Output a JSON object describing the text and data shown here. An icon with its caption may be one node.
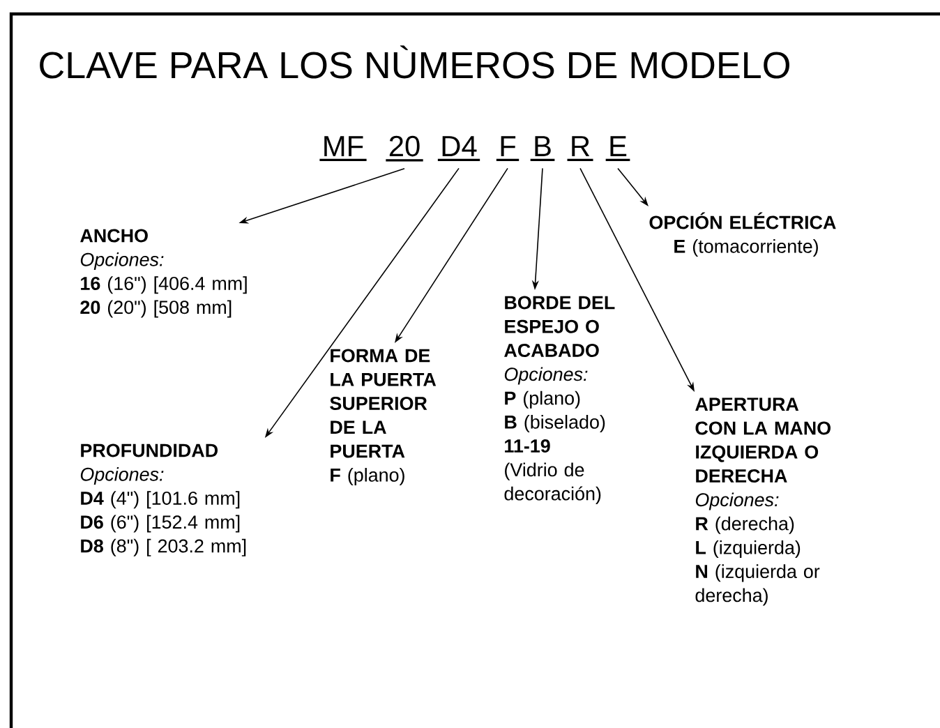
{
  "diagram": {
    "title": "CLAVE PARA LOS NÙMEROS DE MODELO",
    "nodes": [
      {
        "text": [
          "MF"
        ]
      },
      {
        "text": [
          "20"
        ]
      },
      {
        "text": [
          "D4"
        ]
      },
      {
        "text": [
          "F"
        ]
      },
      {
        "text": [
          "B"
        ]
      },
      {
        "text": [
          "R"
        ]
      },
      {
        "text": [
          "E"
        ]
      },
      {
        "text": [
          "ANCHO",
          "Opciones:",
          "**16** (16\") [406.4 mm]",
          "**20** (20\") [508 mm]"
        ]
      },
      {
        "text": [
          "PROFUNDIDAD",
          "Opciones:",
          "**D4** (4\") [101.6 mm]",
          "**D6** (6\") [152.4 mm]",
          "**D8** (8\") [ 203.2 mm]"
        ]
      },
      {
        "text": [
          "FORMA DE LA PUERTA SUPERIOR DE LA PUERTA",
          "**F** (plano)"
        ]
      },
      {
        "text": [
          "BORDE DEL ESPEJO O ACABADO",
          "Opciones:",
          "**P** (plano)",
          "**B** (biselado)",
          "**11-19** (Vidrio de decoración)"
        ]
      },
      {
        "text": [
          "APERTURA CON LA MANO IZQUIERDA O DERECHA",
          "Opciones:",
          "**R** (derecha)",
          "**L** (izquierda)",
          "**N** (izquierda or derecha)"
        ]
      },
      {
        "text": [
          "OPCIÓN ELÉCTRICA",
          "**E** (tomacorriente)"
        ]
      }
    ],
    "edges": [
      {
        "from": 1,
        "to": 7,
        "arrow": "to"
      },
      {
        "from": 2,
        "to": 8,
        "arrow": "to"
      },
      {
        "from": 3,
        "to": 9,
        "arrow": "to"
      },
      {
        "from": 4,
        "to": 10,
        "arrow": "to"
      },
      {
        "from": 5,
        "to": 11,
        "arrow": "to"
      },
      {
        "from": 6,
        "to": 12,
        "arrow": "to"
      }
    ]
  }
}
